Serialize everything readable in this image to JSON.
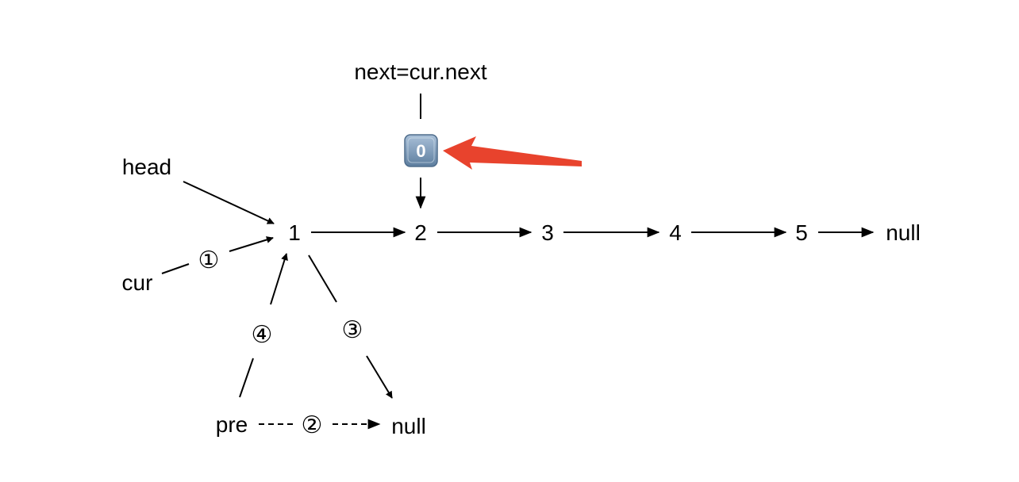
{
  "nodes": {
    "n1": "1",
    "n2": "2",
    "n3": "3",
    "n4": "4",
    "n5": "5",
    "null_end": "null",
    "null_pre": "null"
  },
  "labels": {
    "head": "head",
    "cur": "cur",
    "pre": "pre",
    "next_assign": "next=cur.next"
  },
  "steps": {
    "s1": "①",
    "s2": "②",
    "s3": "③",
    "s4": "④"
  },
  "badge": {
    "text": "0",
    "color": "#6f8fb0"
  },
  "pointer_arrow": {
    "color": "#e8432d"
  }
}
